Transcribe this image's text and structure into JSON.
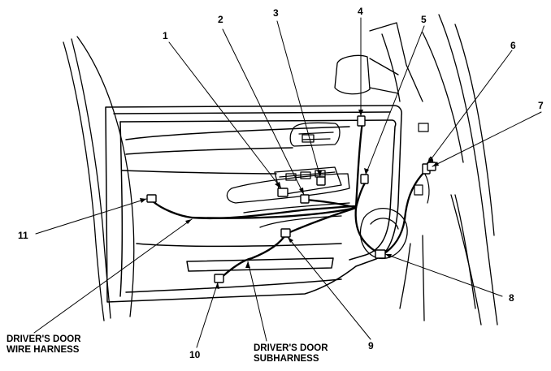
{
  "callouts": {
    "c1": "1",
    "c2": "2",
    "c3": "3",
    "c4": "4",
    "c5": "5",
    "c6": "6",
    "c7": "7",
    "c8": "8",
    "c9": "9",
    "c10": "10",
    "c11": "11"
  },
  "captions": {
    "wire_harness": [
      "DRIVER'S DOOR",
      "WIRE HARNESS"
    ],
    "subharness": [
      "DRIVER'S DOOR",
      "SUBHARNESS"
    ]
  },
  "colors": {
    "line": "#000000",
    "background": "#ffffff"
  }
}
